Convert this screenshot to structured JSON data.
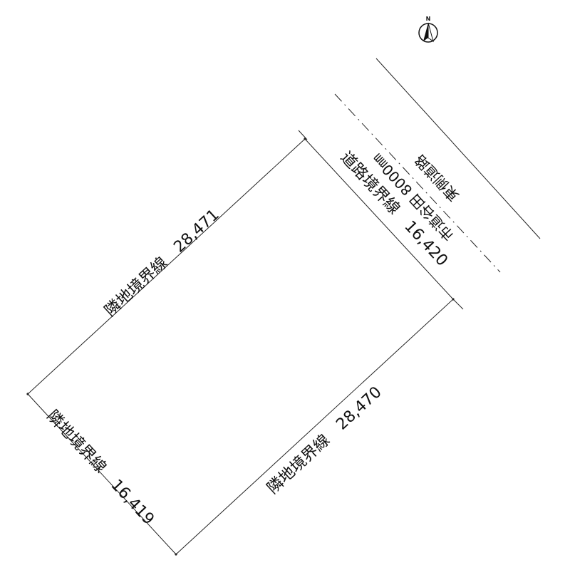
{
  "north_arrow": {
    "letter": "N",
    "icon": "north-arrow-icon"
  },
  "road": {
    "label": "市道谷田 8000㎜",
    "note": "東側道路"
  },
  "boundaries": {
    "road_side": "道路境界線　16,420",
    "nw_side": "隣地境界線　28,471",
    "se_side": "隣地境界線　28,470",
    "sw_side": "隣地境界線　16,419"
  }
}
